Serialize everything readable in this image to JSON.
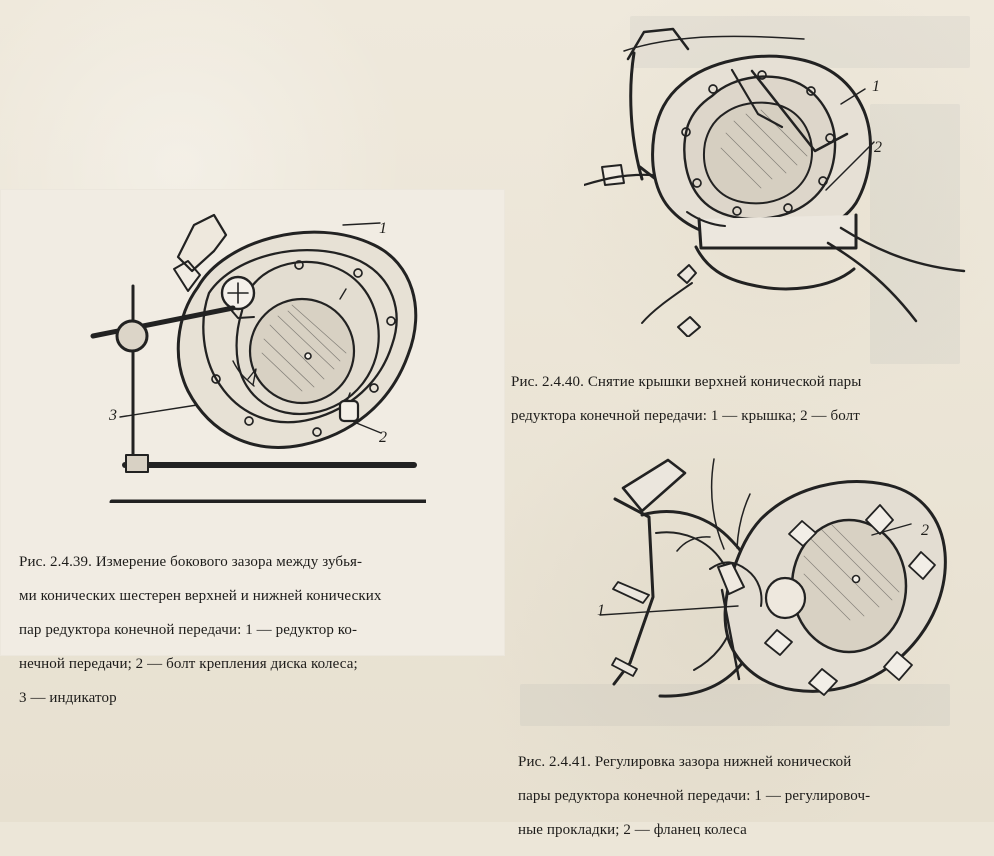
{
  "document": {
    "figures": [
      {
        "id": "fig-2-4-39",
        "callouts": [
          "1",
          "2",
          "3"
        ],
        "caption": [
          "Рис. 2.4.39. Измерение бокового зазора между зубья-",
          "ми конических шестерен верхней и нижней конических",
          "пар редуктора конечной передачи: 1 — редуктор ко-",
          "нечной передачи;  2 — болт крепления диска колеса;",
          "3 — индикатор"
        ]
      },
      {
        "id": "fig-2-4-40",
        "callouts": [
          "1",
          "2"
        ],
        "caption": [
          "Рис. 2.4.40. Снятие крышки верхней конической пары",
          "редуктора конечной передачи: 1 — крышка; 2 — болт"
        ]
      },
      {
        "id": "fig-2-4-41",
        "callouts": [
          "1",
          "2"
        ],
        "caption": [
          "Рис. 2.4.41.  Регулировка  зазора нижней конической",
          "пары редуктора конечной передачи: 1 — регулировоч-",
          "ные прокладки; 2 — фланец колеса"
        ]
      }
    ]
  }
}
